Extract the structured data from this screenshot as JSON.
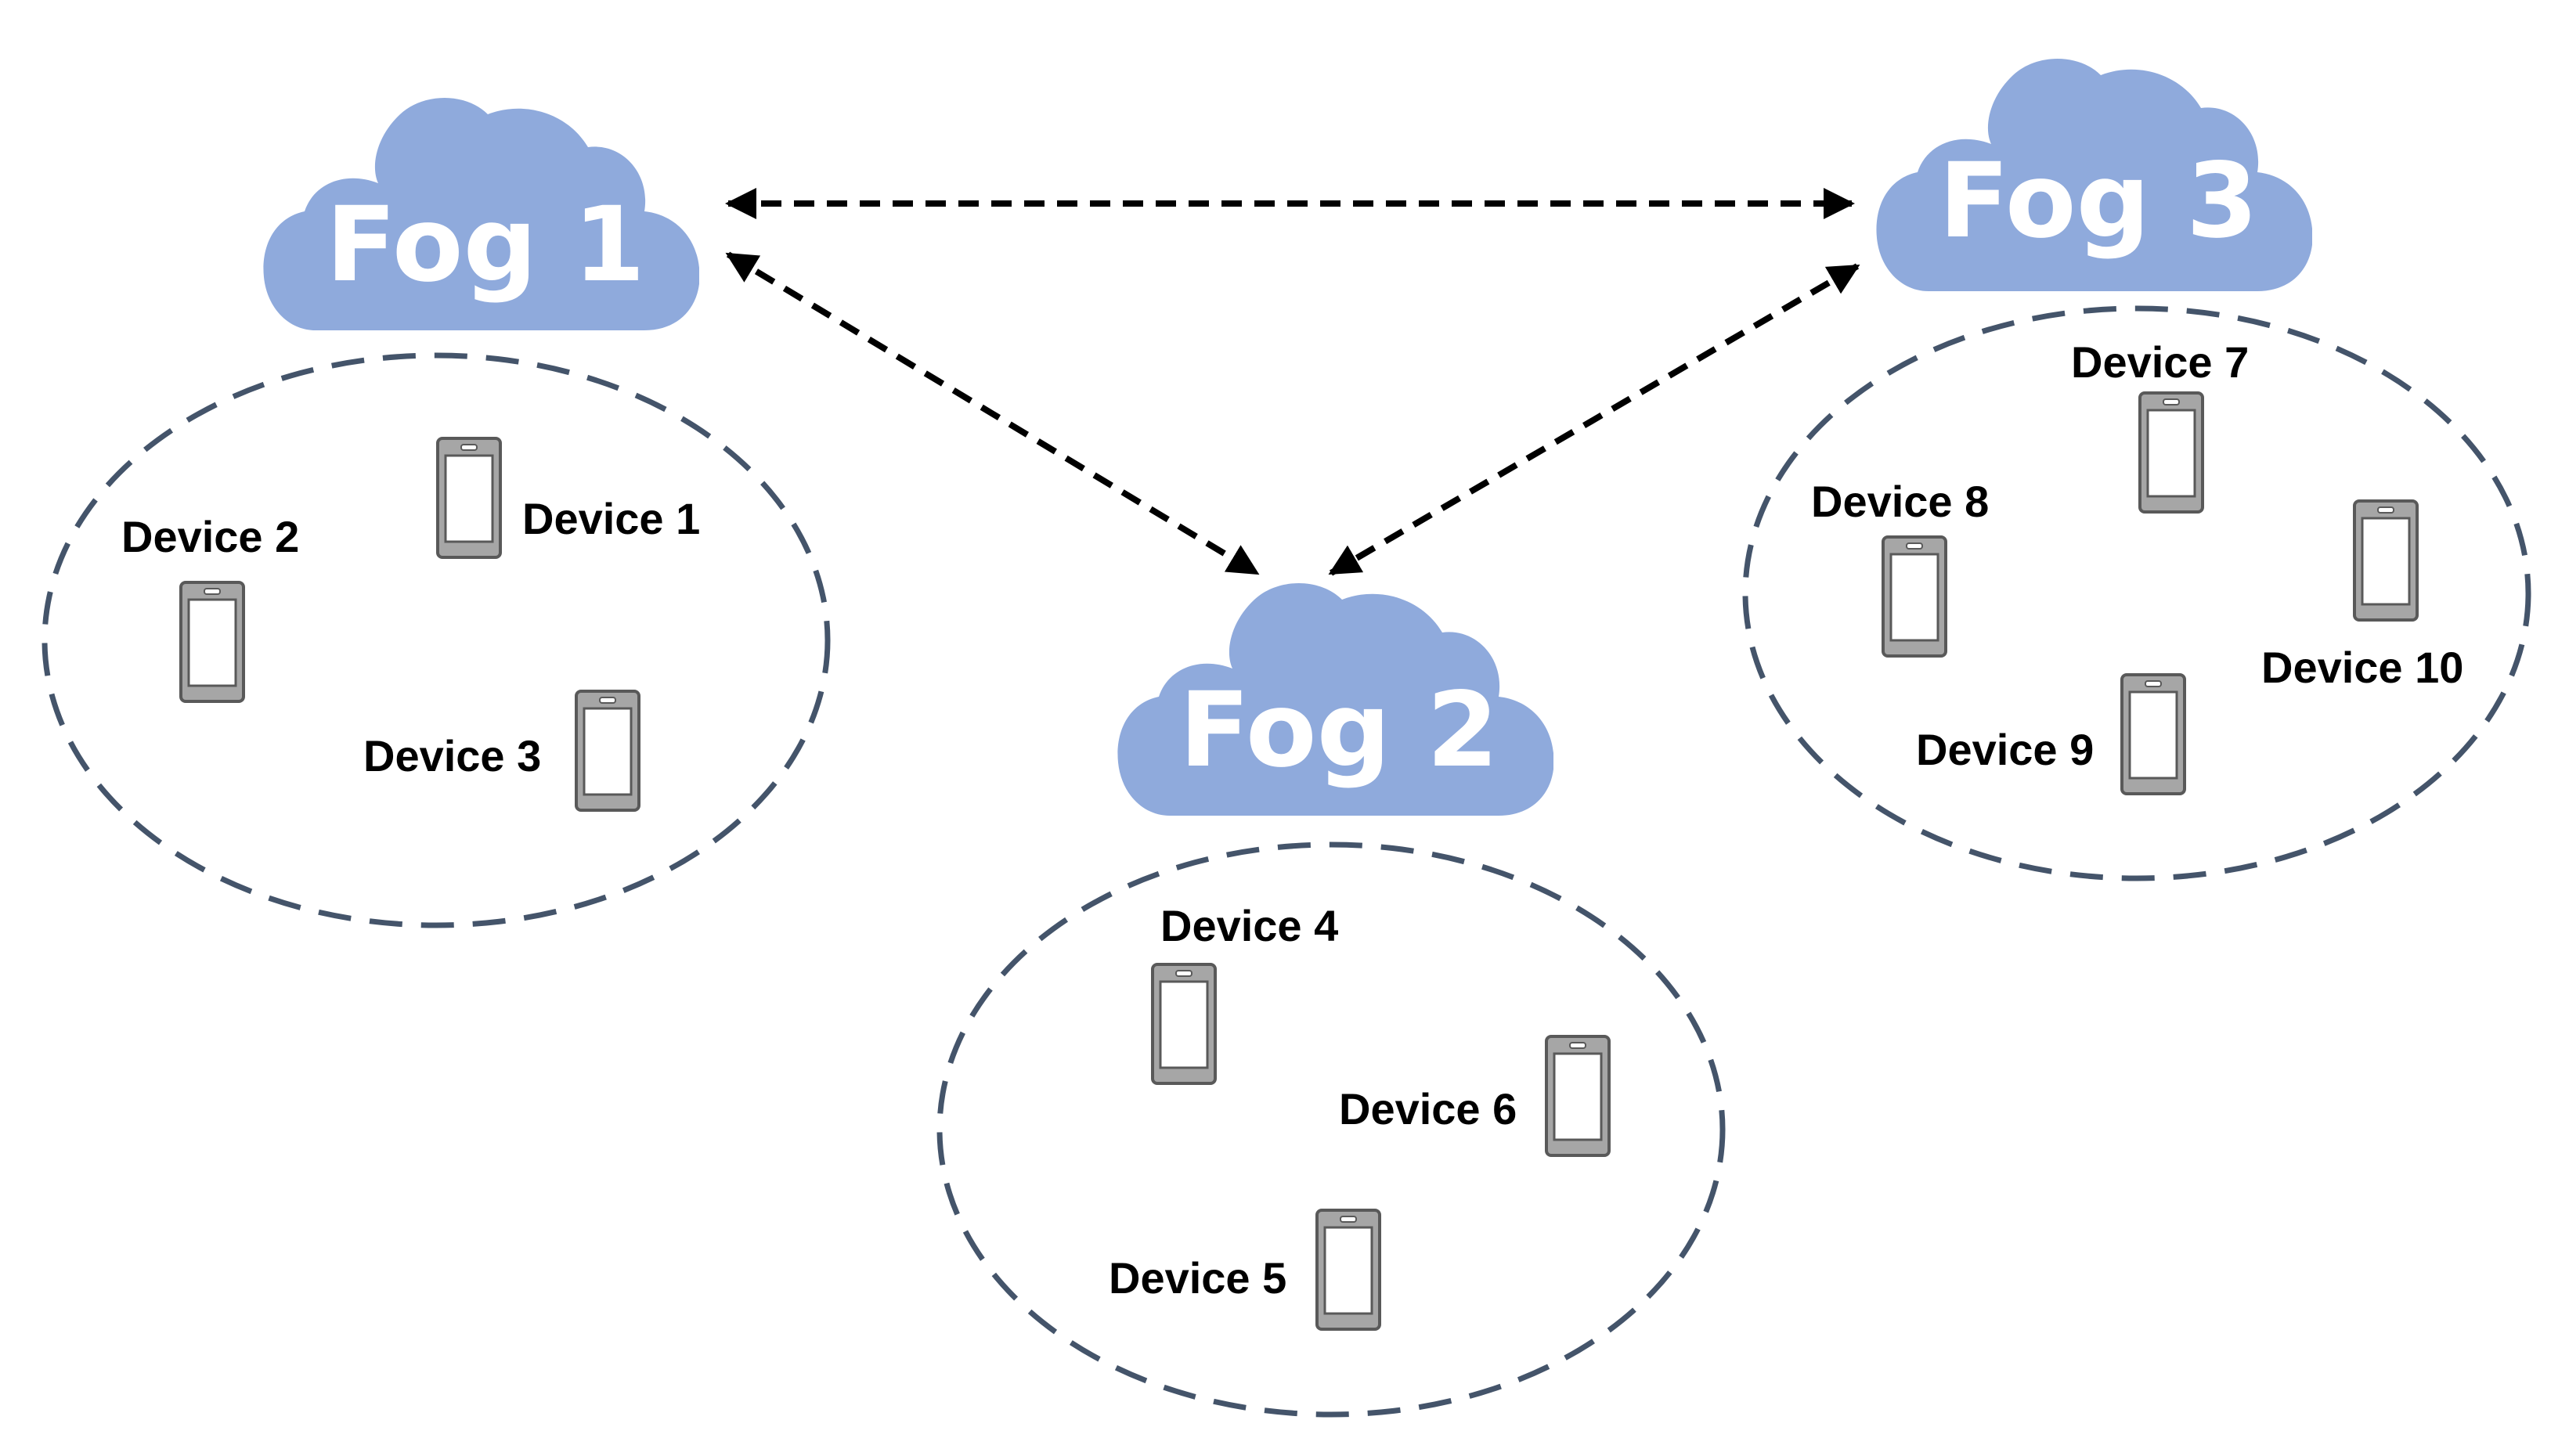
{
  "colors": {
    "cloud": "#8faadc",
    "cluster_outline": "#44546a",
    "link": "#000000",
    "phone_body": "#a6a6a6",
    "phone_border": "#595959",
    "phone_screen": "#ffffff"
  },
  "fogs": [
    {
      "id": "fog1",
      "label": "Fog 1"
    },
    {
      "id": "fog2",
      "label": "Fog 2"
    },
    {
      "id": "fog3",
      "label": "Fog 3"
    }
  ],
  "devices": [
    {
      "id": "d1",
      "label": "Device 1",
      "fog": "fog1"
    },
    {
      "id": "d2",
      "label": "Device 2",
      "fog": "fog1"
    },
    {
      "id": "d3",
      "label": "Device 3",
      "fog": "fog1"
    },
    {
      "id": "d4",
      "label": "Device 4",
      "fog": "fog2"
    },
    {
      "id": "d5",
      "label": "Device 5",
      "fog": "fog2"
    },
    {
      "id": "d6",
      "label": "Device 6",
      "fog": "fog2"
    },
    {
      "id": "d7",
      "label": "Device 7",
      "fog": "fog3"
    },
    {
      "id": "d8",
      "label": "Device 8",
      "fog": "fog3"
    },
    {
      "id": "d9",
      "label": "Device 9",
      "fog": "fog3"
    },
    {
      "id": "d10",
      "label": "Device 10",
      "fog": "fog3"
    }
  ],
  "links": [
    {
      "from": "fog1",
      "to": "fog3",
      "style": "dashed",
      "bidirectional": true
    },
    {
      "from": "fog1",
      "to": "fog2",
      "style": "dashed",
      "bidirectional": true
    },
    {
      "from": "fog3",
      "to": "fog2",
      "style": "dashed",
      "bidirectional": true
    }
  ]
}
